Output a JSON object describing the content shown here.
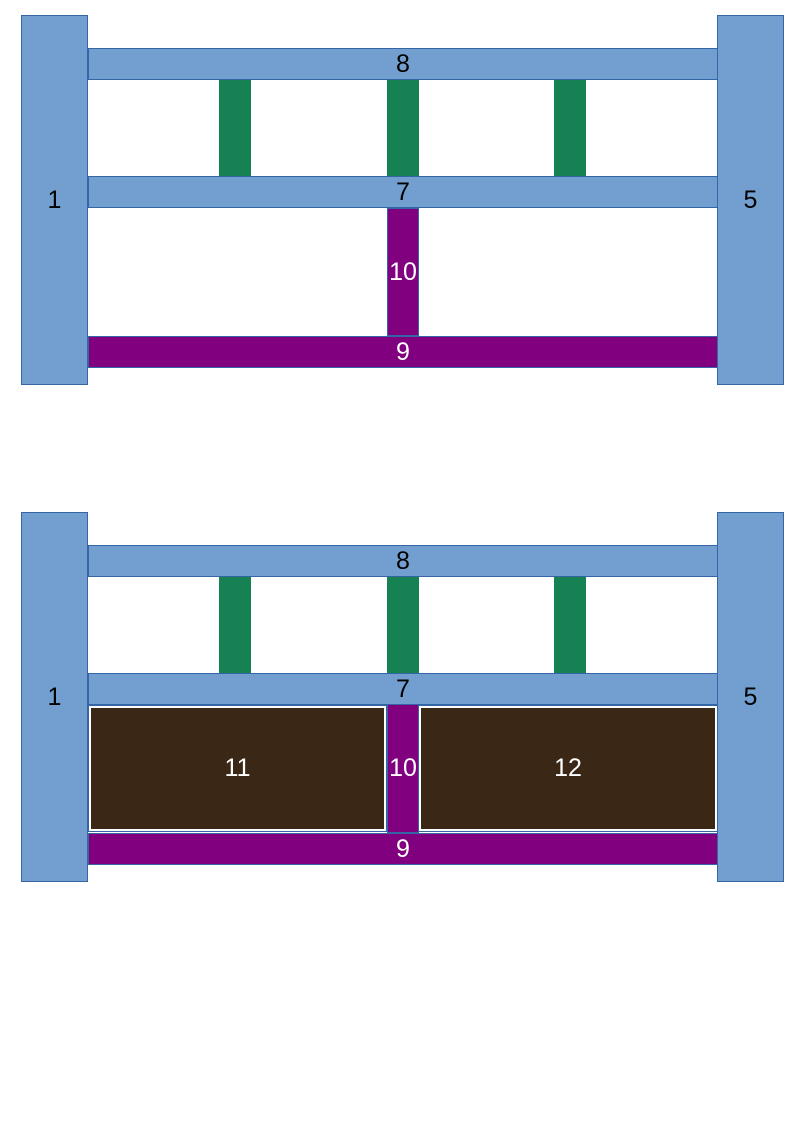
{
  "diagrams": [
    {
      "posts": {
        "left_label": "1",
        "right_label": "5"
      },
      "rails": {
        "top_label": "8",
        "middle_label": "7",
        "bottom_label": "9"
      },
      "center_post_label": "10"
    },
    {
      "posts": {
        "left_label": "1",
        "right_label": "5"
      },
      "rails": {
        "top_label": "8",
        "middle_label": "7",
        "bottom_label": "9"
      },
      "center_post_label": "10",
      "panels": {
        "left_label": "11",
        "right_label": "12"
      }
    }
  ],
  "colors": {
    "rail_blue": "#729fcf",
    "baluster_green": "#168253",
    "purple": "#800080",
    "panel_brown": "#3a2715"
  }
}
